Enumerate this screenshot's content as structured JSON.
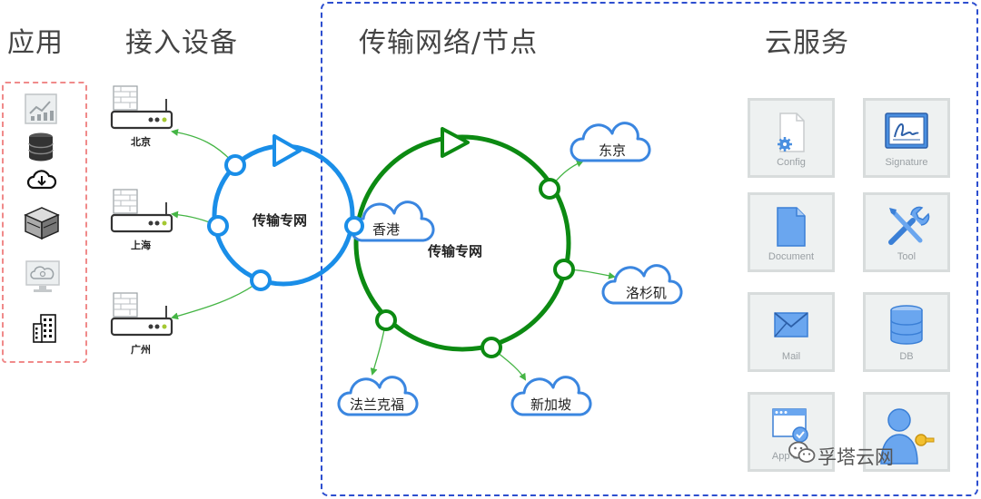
{
  "headings": {
    "apps": "应用",
    "access": "接入设备",
    "transport": "传输网络/节点",
    "cloud": "云服务"
  },
  "networks": {
    "blue_label": "传输专网",
    "green_label": "传输专网",
    "blue_color": "#1a8ee8",
    "green_color": "#0c8a12"
  },
  "devices": [
    {
      "label": "北京",
      "icon": "router-icon"
    },
    {
      "label": "上海",
      "icon": "router-icon"
    },
    {
      "label": "广州",
      "icon": "router-icon"
    }
  ],
  "clouds": [
    {
      "label": "香港"
    },
    {
      "label": "东京"
    },
    {
      "label": "洛杉矶"
    },
    {
      "label": "法兰克福"
    },
    {
      "label": "新加坡"
    }
  ],
  "services": [
    {
      "label": "Config",
      "icon": "file-gear-icon"
    },
    {
      "label": "Signature",
      "icon": "signature-icon"
    },
    {
      "label": "Document",
      "icon": "document-icon"
    },
    {
      "label": "Tool",
      "icon": "tools-icon"
    },
    {
      "label": "Mail",
      "icon": "mail-icon"
    },
    {
      "label": "DB",
      "icon": "database-icon"
    },
    {
      "label": "App Stat",
      "icon": "app-window-icon"
    },
    {
      "label": "",
      "icon": "user-key-icon"
    }
  ],
  "app_icons": [
    "chart-icon",
    "database-icon",
    "cloud-download-icon",
    "server-icon",
    "monitor-cloud-icon",
    "building-icon"
  ],
  "watermark": "孚塔云网",
  "colors": {
    "app_box_border": "#f08a8a",
    "cloud_panel_border": "#2d4ecf",
    "cloud_stroke": "#3a86e0"
  }
}
